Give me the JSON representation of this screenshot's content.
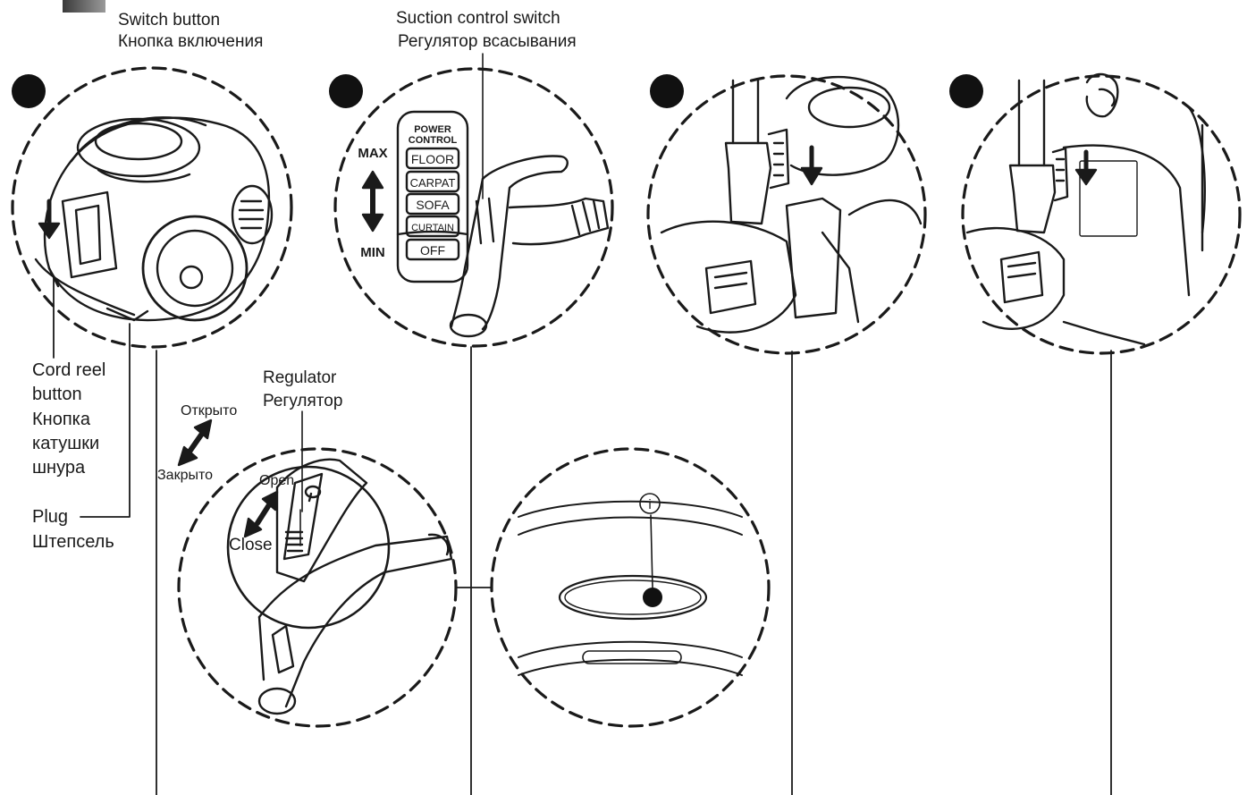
{
  "labels": {
    "switch_button_en": "Switch button",
    "switch_button_ru": "Кнопка включения",
    "suction_control_en": "Suction control switch",
    "suction_control_ru": "Регулятор всасывания",
    "cord_reel_en_1": "Cord reel",
    "cord_reel_en_2": "button",
    "cord_reel_ru_1": "Кнопка",
    "cord_reel_ru_2": "катушки",
    "cord_reel_ru_3": "шнура",
    "plug_en": "Plug",
    "plug_ru": "Штепсель",
    "regulator_en": "Regulator",
    "regulator_ru": "Регулятор",
    "open_ru": "Открыто",
    "closed_ru": "Закрыто",
    "open_en": "Open",
    "close_en": "Close",
    "max": "MAX",
    "min": "MIN",
    "info_mark": "i"
  },
  "power_control": {
    "title_1": "POWER",
    "title_2": "CONTROL",
    "settings": [
      "FLOOR",
      "CARPAT",
      "SOFA",
      "CURTAIN",
      "OFF"
    ]
  }
}
